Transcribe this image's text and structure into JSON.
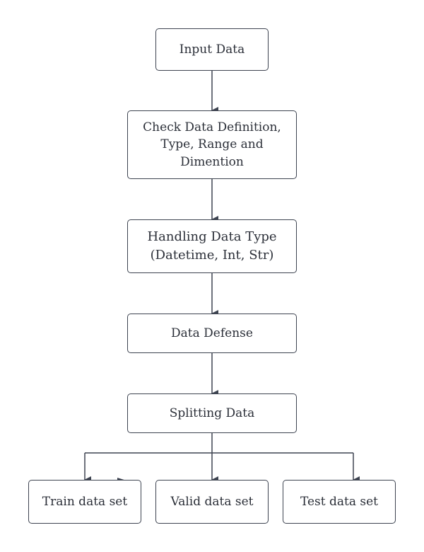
{
  "nodes": {
    "input": "Input Data",
    "check": "Check Data Definition,\nType, Range and\nDimention",
    "handling": "Handling Data Type\n(Datetime, Int, Str)",
    "defense": "Data Defense",
    "splitting": "Splitting Data",
    "train": "Train data set",
    "valid": "Valid data set",
    "test": "Test data set"
  },
  "colors": {
    "line": "#3d4350",
    "text": "#2b2f38",
    "background": "#ffffff"
  }
}
